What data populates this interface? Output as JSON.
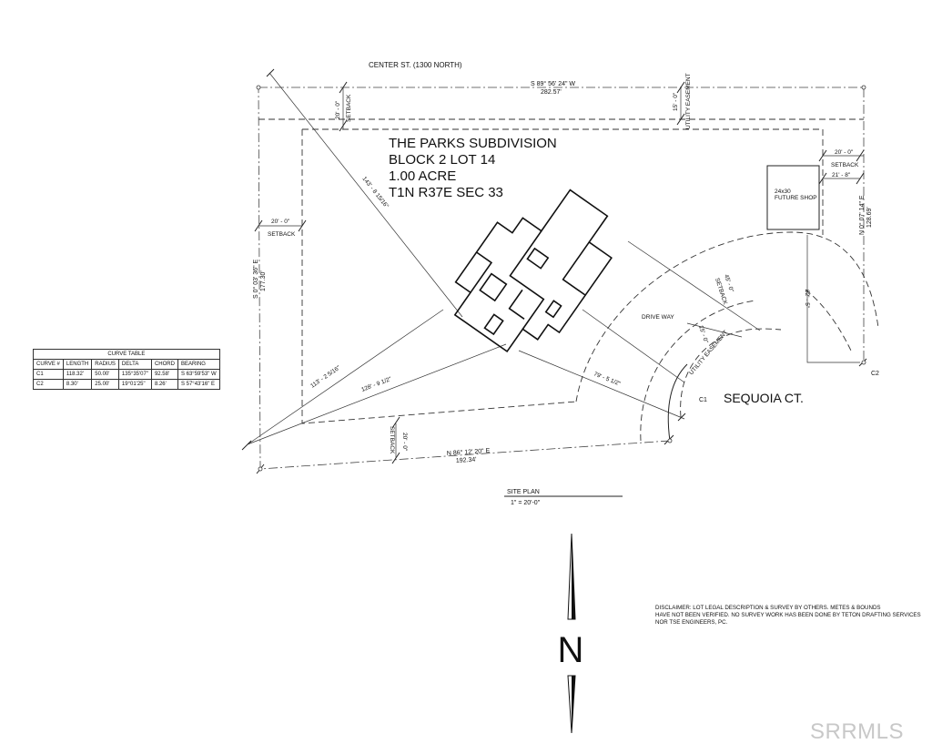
{
  "street_north": "CENTER ST. (1300 NORTH)",
  "street_court": "SEQUOIA CT.",
  "subdivision": {
    "line1": "THE PARKS SUBDIVISION",
    "line2": "BLOCK 2 LOT 14",
    "line3": "1.00 ACRE",
    "line4": "T1N R37E SEC 33"
  },
  "bounds": {
    "north_bearing": "S 89° 56' 24\" W",
    "north_length": "282.57'",
    "west_bearing": "S 0° 03' 36\" E",
    "west_length": "177.30'",
    "east_bearing": "N 0° 07' 14\" E",
    "east_length": "128.69'",
    "south_bearing": "N 86° 12' 20\" E",
    "south_length": "192.34'"
  },
  "dims": {
    "setback_north": "20' - 0\"",
    "setback_west": "20' - 0\"",
    "setback_south": "20' - 0\"",
    "setback_east": "20' - 0\"",
    "shop_offset": "21' - 8\"",
    "utility_north": "15' - 0\"",
    "setback_curve": "45' - 0\"",
    "utility_curve": "15' - 0\"",
    "east_inner": "62' - 5\"",
    "diag_1": "143' - 8 15/16\"",
    "diag_2": "113' - 2 5/16\"",
    "diag_3": "128' - 9 1/2\"",
    "diag_4": "79' - 5 1/2\""
  },
  "labels": {
    "setback": "SETBACK",
    "utility_easement": "UTILITY EASEMENT",
    "driveway": "DRIVE WAY",
    "shop_size": "24x30",
    "shop_name": "FUTURE SHOP",
    "c1": "C1",
    "c2": "C2"
  },
  "site_plan": {
    "title": "SITE PLAN",
    "scale": "1\" = 20'-0\""
  },
  "north_arrow": "N",
  "curve_table": {
    "title": "CURVE TABLE",
    "headers": [
      "CURVE #",
      "LENGTH",
      "RADIUS",
      "DELTA",
      "CHORD",
      "BEARING"
    ],
    "rows": [
      [
        "C1",
        "118.32'",
        "50.00'",
        "135°35'07\"",
        "92.58'",
        "S 63°59'53\" W"
      ],
      [
        "C2",
        "8.30'",
        "25.00'",
        "19°01'25\"",
        "8.26'",
        "S 57°43'16\" E"
      ]
    ]
  },
  "disclaimer": [
    "DISCLAIMER: LOT LEGAL DESCRIPTION & SURVEY BY OTHERS. METES & BOUNDS",
    "HAVE NOT BEEN VERIFIED. NO SURVEY WORK HAS BEEN DONE BY TETON DRAFTING SERVICES",
    "NOR TSE ENGINEERS, PC."
  ],
  "watermark": "SRRMLS"
}
